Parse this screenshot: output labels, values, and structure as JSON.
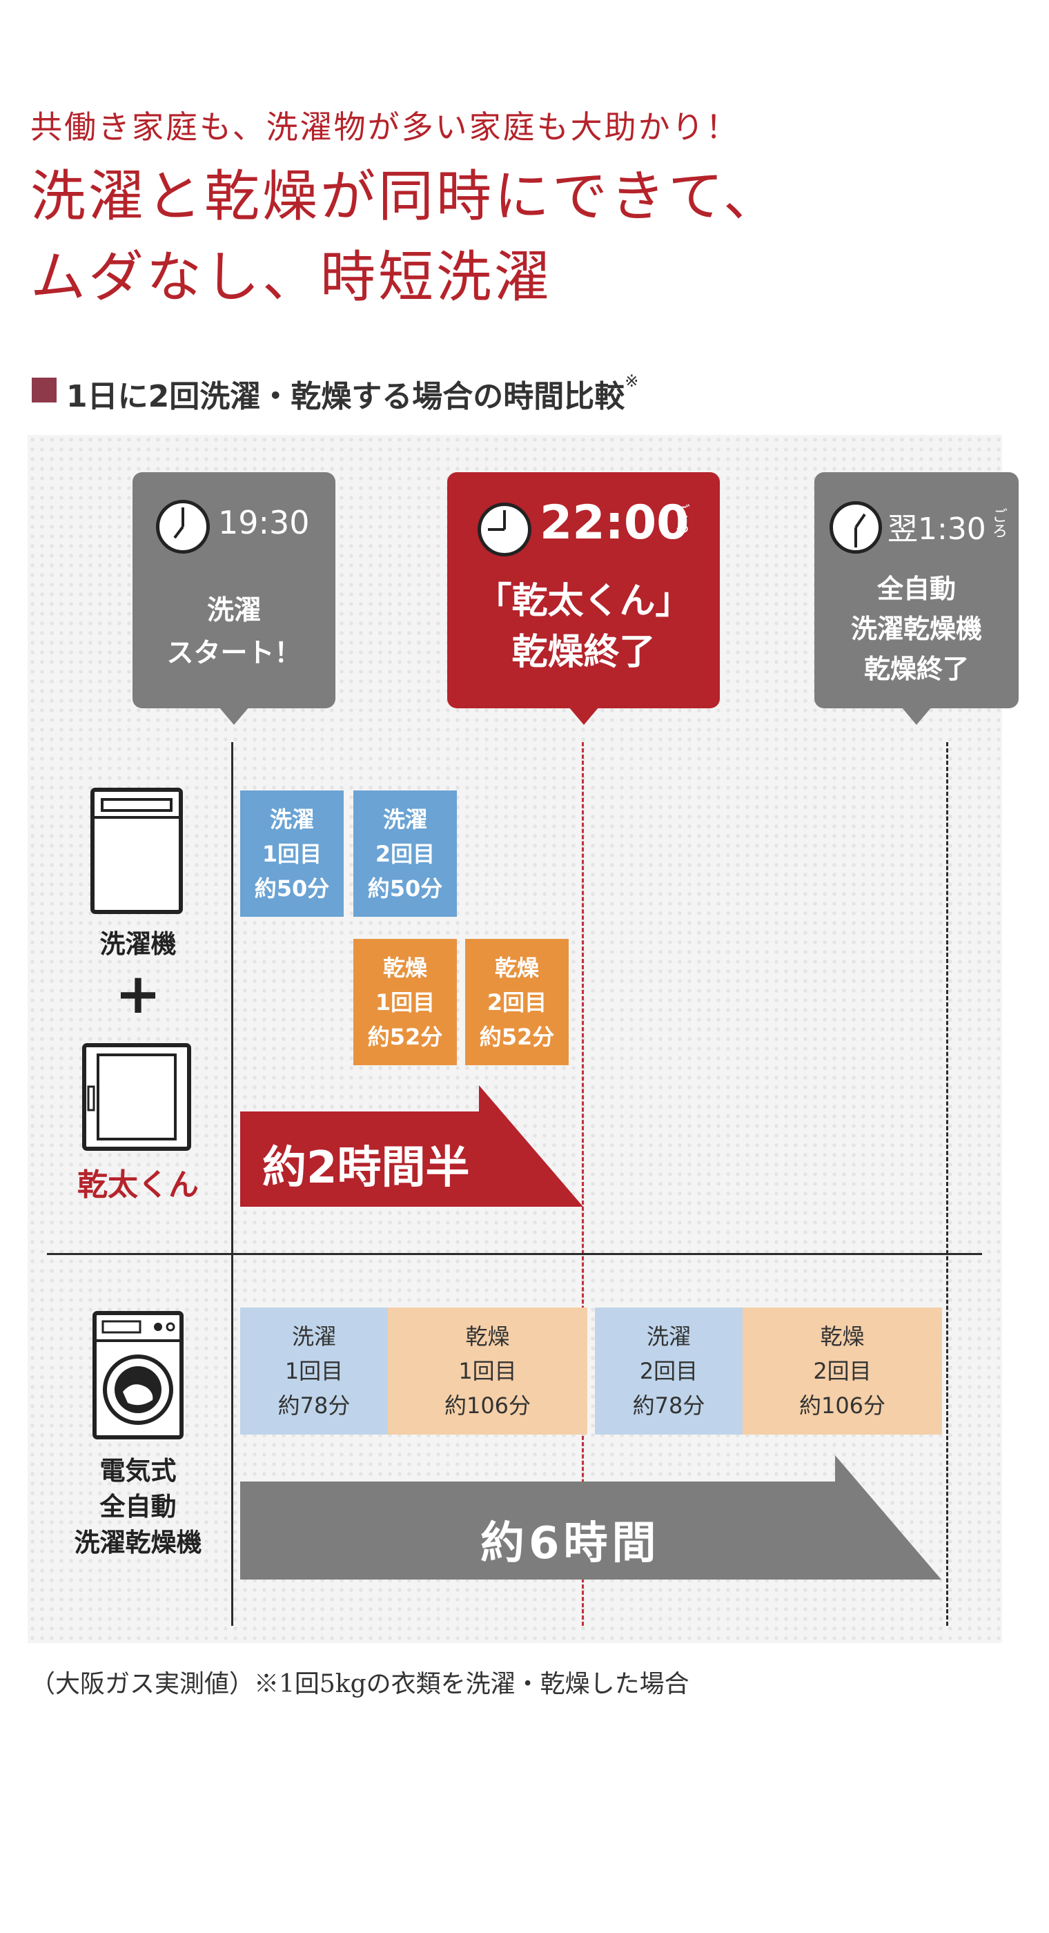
{
  "header": {
    "subtitle": "共働き家庭も、洗濯物が多い家庭も大助かり！",
    "headline_line1": "洗濯と乾燥が同時にできて、",
    "headline_line2": "ムダなし、時短洗濯"
  },
  "section": {
    "title": "1日に2回洗濯・乾燥する場合の時間比較",
    "note_mark": "※"
  },
  "callouts": [
    {
      "time": "19:30",
      "line1": "洗濯",
      "line2": "スタート！"
    },
    {
      "time": "22:00",
      "goro": "ごろ",
      "line1": "「乾太くん」",
      "line2": "乾燥終了"
    },
    {
      "time": "翌1:30",
      "goro": "ごろ",
      "line1": "全自動",
      "line2": "洗濯乾燥機",
      "line3": "乾燥終了"
    }
  ],
  "top_row": {
    "device_label_1": "洗濯機",
    "plus": "+",
    "device_label_2": "乾太くん",
    "blocks": [
      {
        "l1": "洗濯",
        "l2": "1回目",
        "l3": "約50分"
      },
      {
        "l1": "洗濯",
        "l2": "2回目",
        "l3": "約50分"
      },
      {
        "l1": "乾燥",
        "l2": "1回目",
        "l3": "約52分"
      },
      {
        "l1": "乾燥",
        "l2": "2回目",
        "l3": "約52分"
      }
    ],
    "total": "約2時間半"
  },
  "bottom_row": {
    "device_label_l1": "電気式",
    "device_label_l2": "全自動",
    "device_label_l3": "洗濯乾燥機",
    "blocks": [
      {
        "l1": "洗濯",
        "l2": "1回目",
        "l3": "約78分"
      },
      {
        "l1": "乾燥",
        "l2": "1回目",
        "l3": "約106分"
      },
      {
        "l1": "洗濯",
        "l2": "2回目",
        "l3": "約78分"
      },
      {
        "l1": "乾燥",
        "l2": "2回目",
        "l3": "約106分"
      }
    ],
    "total": "約6時間"
  },
  "footnote": "（大阪ガス実測値）※1回5kgの衣類を洗濯・乾燥した場合",
  "colors": {
    "brand_red": "#b5232b",
    "callout_gray": "#7d7d7d",
    "wash_blue": "#6aa3d4",
    "dry_orange": "#e8923e",
    "wash_light": "#bfd4ea",
    "dry_light": "#f4cfa8"
  }
}
